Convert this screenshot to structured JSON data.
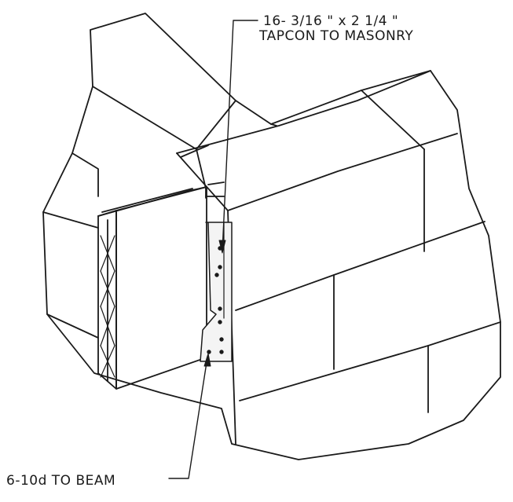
{
  "callouts": {
    "fasteners_line1": "16-  3/16 \" x 2  1/4 \"",
    "fasteners_line2": "TAPCON TO MASONRY",
    "nails": "6-10d TO BEAM"
  },
  "colors": {
    "ink": "#1a1a1a",
    "paper": "#ffffff"
  }
}
